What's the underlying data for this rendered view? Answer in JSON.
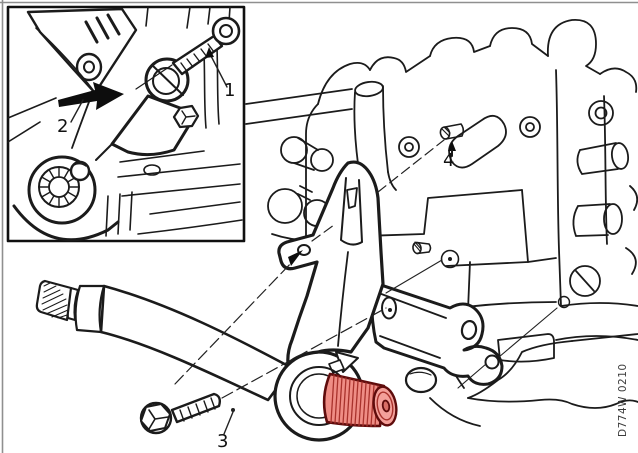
{
  "figure": {
    "code": "D774W 0210",
    "callouts": {
      "c1": "1",
      "c2": "2",
      "c3": "3",
      "c4": "4"
    },
    "colors": {
      "line": "#1b1b1b",
      "frame": "#8f8f8f",
      "background": "#ffffff",
      "highlight_fill": "#ef8d85",
      "highlight_face": "#f4a09a",
      "highlight_stroke": "#5f0c0c",
      "callout_arrow": "#0d0d0d"
    }
  }
}
